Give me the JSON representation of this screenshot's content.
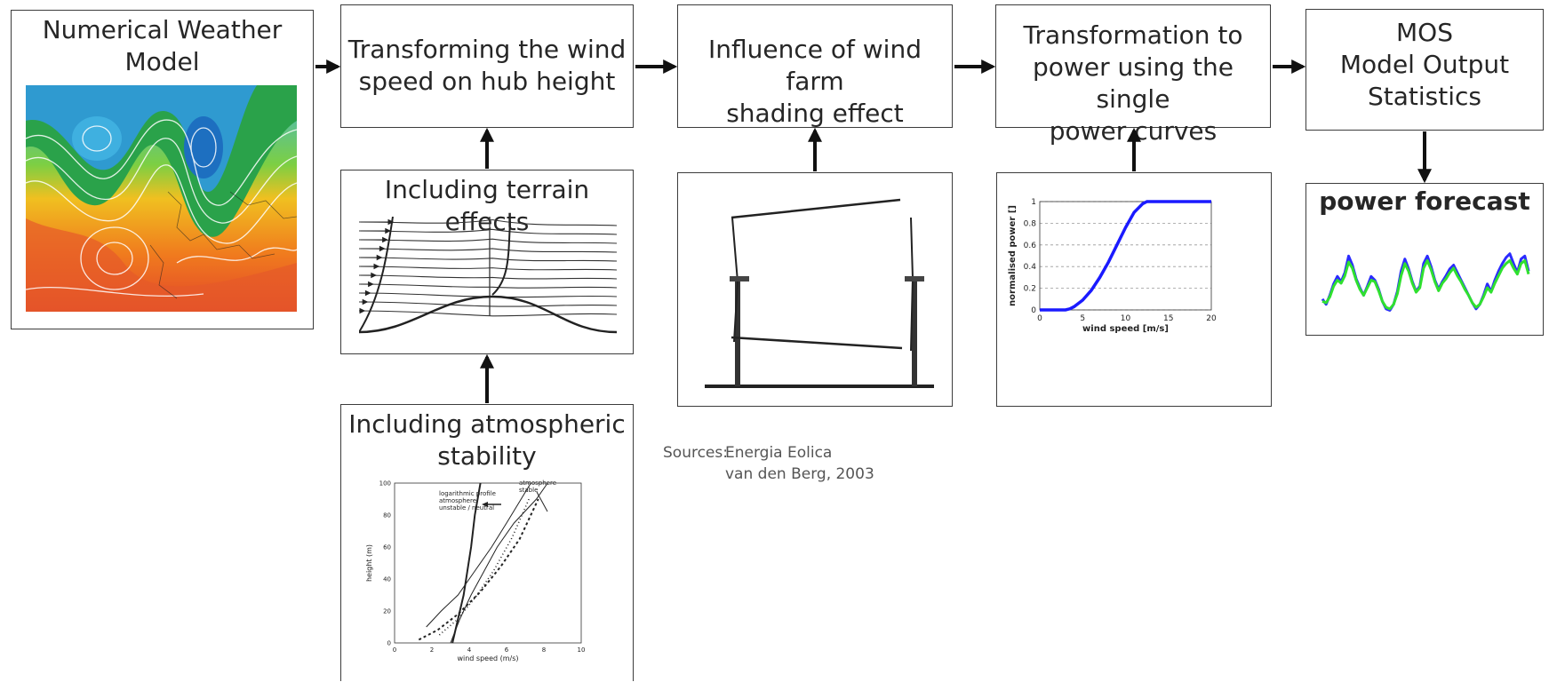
{
  "nwp": {
    "title": "Numerical Weather\nModel"
  },
  "hub": {
    "title": "Transforming the wind\nspeed on hub height"
  },
  "shading": {
    "title": "Influence of wind farm\nshading effect"
  },
  "power": {
    "title": "Transformation to\npower using the single\npower curves"
  },
  "mos": {
    "title": "MOS\nModel Output\nStatistics"
  },
  "terrain": {
    "title": "Including terrain effects"
  },
  "stability": {
    "title": "Including atmospheric\nstability",
    "chart_data": {
      "type": "line",
      "xlabel": "wind speed (m/s)",
      "ylabel": "height (m)",
      "xlim": [
        0,
        10
      ],
      "ylim": [
        0,
        100
      ],
      "xticks": [
        "0",
        "2",
        "4",
        "6",
        "8",
        "10"
      ],
      "yticks": [
        "0",
        "20",
        "40",
        "60",
        "80",
        "100"
      ],
      "annotations": [
        "logarithmic profile atmosphere unstable / neutral",
        "atmosphere stable"
      ],
      "series": [
        {
          "x": [
            3.1,
            3.3,
            3.5,
            3.7,
            3.9,
            4.1,
            4.3,
            4.6
          ],
          "y": [
            0,
            10,
            20,
            30,
            45,
            60,
            80,
            100
          ]
        },
        {
          "x": [
            1.7,
            2.5,
            3.4,
            4.3,
            5.2,
            6.0,
            7.3
          ],
          "y": [
            10,
            20,
            30,
            45,
            60,
            75,
            100
          ]
        },
        {
          "x": [
            3.0,
            3.5,
            4.1,
            4.8,
            5.5,
            6.4,
            7.6,
            8.2
          ],
          "y": [
            0,
            15,
            30,
            45,
            60,
            75,
            90,
            100
          ]
        },
        {
          "x": [
            1.3,
            2.3,
            3.4,
            4.6,
            5.7,
            6.7,
            7.7
          ],
          "y": [
            2,
            8,
            18,
            32,
            48,
            65,
            90
          ]
        },
        {
          "x": [
            2.4,
            3.3,
            4.3,
            5.3,
            6.3,
            7.2
          ],
          "y": [
            5,
            14,
            28,
            45,
            66,
            90
          ]
        }
      ]
    }
  },
  "power_curve": {
    "chart_data": {
      "type": "line",
      "xlabel": "wind speed [m/s]",
      "ylabel": "normalised power []",
      "xlim": [
        0,
        20
      ],
      "ylim": [
        0,
        1
      ],
      "grid": true,
      "xticks": [
        "0",
        "5",
        "10",
        "15",
        "20"
      ],
      "yticks": [
        "0",
        "0.2",
        "0.4",
        "0.6",
        "0.8",
        "1"
      ],
      "x": [
        0,
        3,
        3.5,
        4,
        5,
        6,
        7,
        8,
        9,
        10,
        11,
        12,
        12.5,
        13,
        20
      ],
      "values": [
        0,
        0,
        0.01,
        0.03,
        0.09,
        0.18,
        0.3,
        0.44,
        0.6,
        0.76,
        0.9,
        0.98,
        1.0,
        1.0,
        1.0
      ],
      "color": "#1a1aff"
    }
  },
  "forecast": {
    "title": "power forecast",
    "chart_data": {
      "type": "line",
      "series": [
        {
          "color": "#2b2bff",
          "values": [
            0.25,
            0.18,
            0.3,
            0.45,
            0.55,
            0.48,
            0.6,
            0.82,
            0.7,
            0.52,
            0.4,
            0.3,
            0.42,
            0.55,
            0.5,
            0.38,
            0.22,
            0.12,
            0.1,
            0.18,
            0.35,
            0.62,
            0.78,
            0.65,
            0.48,
            0.35,
            0.42,
            0.72,
            0.82,
            0.68,
            0.5,
            0.38,
            0.48,
            0.56,
            0.65,
            0.7,
            0.6,
            0.5,
            0.4,
            0.3,
            0.2,
            0.12,
            0.18,
            0.3,
            0.45,
            0.35,
            0.5,
            0.62,
            0.72,
            0.8,
            0.85,
            0.72,
            0.6,
            0.78,
            0.82,
            0.62
          ]
        },
        {
          "color": "#2fe02f",
          "values": [
            0.22,
            0.2,
            0.28,
            0.42,
            0.5,
            0.46,
            0.56,
            0.74,
            0.66,
            0.5,
            0.38,
            0.3,
            0.4,
            0.5,
            0.48,
            0.36,
            0.22,
            0.14,
            0.12,
            0.18,
            0.32,
            0.56,
            0.72,
            0.62,
            0.46,
            0.34,
            0.4,
            0.66,
            0.76,
            0.64,
            0.48,
            0.36,
            0.46,
            0.52,
            0.6,
            0.66,
            0.56,
            0.48,
            0.38,
            0.3,
            0.2,
            0.14,
            0.18,
            0.28,
            0.4,
            0.34,
            0.46,
            0.56,
            0.66,
            0.72,
            0.76,
            0.66,
            0.58,
            0.72,
            0.76,
            0.58
          ]
        }
      ]
    }
  },
  "sources": {
    "label": "Sources:",
    "line1": "Energia Eolica",
    "line2": "van den Berg, 2003"
  }
}
